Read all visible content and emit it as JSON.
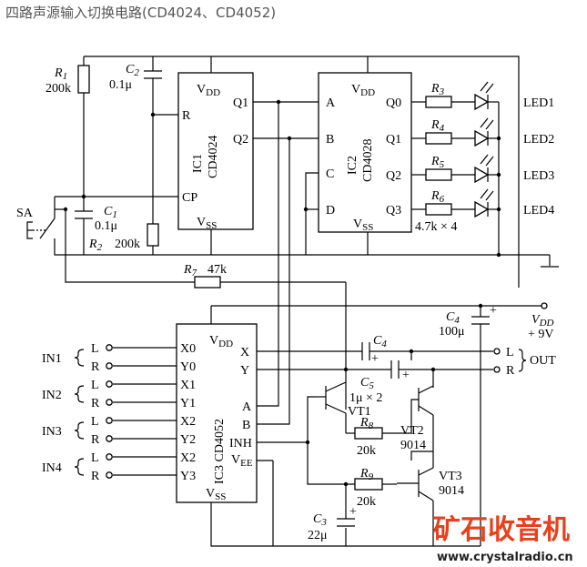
{
  "title": "四路声源输入切换电路(CD4024、CD4052)",
  "ic1": {
    "name": "IC1",
    "part": "CD4024",
    "vdd": "V",
    "vdd_sub": "DD",
    "vss": "V",
    "vss_sub": "SS",
    "r": "R",
    "cp": "CP",
    "q1": "Q1",
    "q2": "Q2"
  },
  "ic2": {
    "name": "IC2",
    "part": "CD4028",
    "vdd": "V",
    "vdd_sub": "DD",
    "vss": "V",
    "vss_sub": "SS",
    "a": "A",
    "b": "B",
    "c": "C",
    "d": "D",
    "q0": "Q0",
    "q1": "Q1",
    "q2": "Q2",
    "q3": "Q3"
  },
  "ic3": {
    "name": "IC3 CD4052",
    "vdd": "V",
    "vdd_sub": "DD",
    "vss": "V",
    "vss_sub": "SS",
    "vee": "V",
    "vee_sub": "EE",
    "x": "X",
    "y": "Y",
    "a": "A",
    "b": "B",
    "inh": "INH",
    "pins": [
      "X0",
      "Y0",
      "X1",
      "Y1",
      "X2",
      "Y2",
      "X2",
      "Y3"
    ]
  },
  "r1": {
    "label": "R",
    "sub": "1",
    "value": "200k"
  },
  "r2": {
    "label": "R",
    "sub": "2",
    "value": "200k"
  },
  "r3": {
    "label": "R",
    "sub": "3"
  },
  "r4": {
    "label": "R",
    "sub": "4"
  },
  "r5": {
    "label": "R",
    "sub": "5"
  },
  "r6": {
    "label": "R",
    "sub": "6",
    "value": "4.7k × 4"
  },
  "r7": {
    "label": "R",
    "sub": "7",
    "value": "47k"
  },
  "r8": {
    "label": "R",
    "sub": "8",
    "value": "20k"
  },
  "r9": {
    "label": "R",
    "sub": "9",
    "value": "20k"
  },
  "c1": {
    "label": "C",
    "sub": "1",
    "value": "0.1μ"
  },
  "c2": {
    "label": "C",
    "sub": "2",
    "value": "0.1μ"
  },
  "c3": {
    "label": "C",
    "sub": "3",
    "value": "22μ"
  },
  "c4": {
    "label": "C",
    "sub": "4",
    "value": "100μ"
  },
  "c4b": {
    "label": "C",
    "sub": "4"
  },
  "c5": {
    "label": "C",
    "sub": "5",
    "value": "1μ × 2"
  },
  "plus": "+",
  "switch_label": "SA",
  "leds": [
    "LED1",
    "LED2",
    "LED3",
    "LED4"
  ],
  "inputs": [
    "IN1",
    "IN2",
    "IN3",
    "IN4"
  ],
  "lr": [
    "L",
    "R",
    "L",
    "R",
    "L",
    "R",
    "L",
    "R"
  ],
  "vt1": {
    "name": "VT1"
  },
  "vt2": {
    "name": "VT2",
    "part": "9014"
  },
  "vt3": {
    "name": "VT3",
    "part": "9014"
  },
  "supply": {
    "label": "V",
    "sub": "DD",
    "value": "+ 9V"
  },
  "out": {
    "l": "L",
    "r": "R",
    "label": "OUT"
  },
  "watermark": {
    "cn": "矿石收音机",
    "url": "www.crystalradio.cn"
  },
  "colors": {
    "watermark": "#e8401c"
  }
}
